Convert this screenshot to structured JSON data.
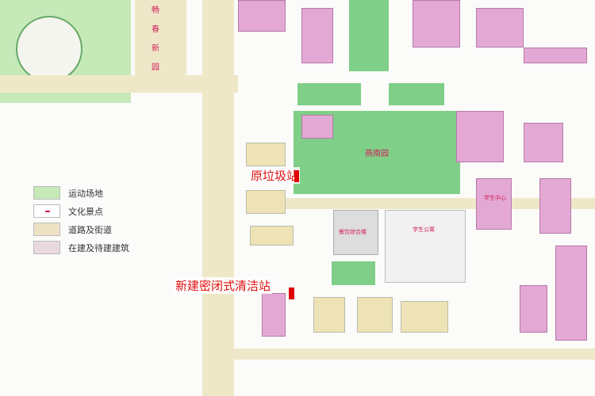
{
  "map": {
    "areas": {
      "changchun": "畅春新园",
      "yannan": "燕南园",
      "student_center": "学生中心",
      "student_apartment": "学生公寓",
      "dining": "餐饮综合楼"
    },
    "annotations": {
      "old_station": "原垃圾站",
      "new_station": "新建密闭式清洁站"
    },
    "marker_color": "#e00000"
  },
  "legend": [
    {
      "label": "运动场地",
      "color": "#c6e9b8"
    },
    {
      "label": "文化景点",
      "color": "#ffffff"
    },
    {
      "label": "道路及街道",
      "color": "#ede3c4"
    },
    {
      "label": "在建及待建建筑",
      "color": "#ead8e0"
    }
  ]
}
